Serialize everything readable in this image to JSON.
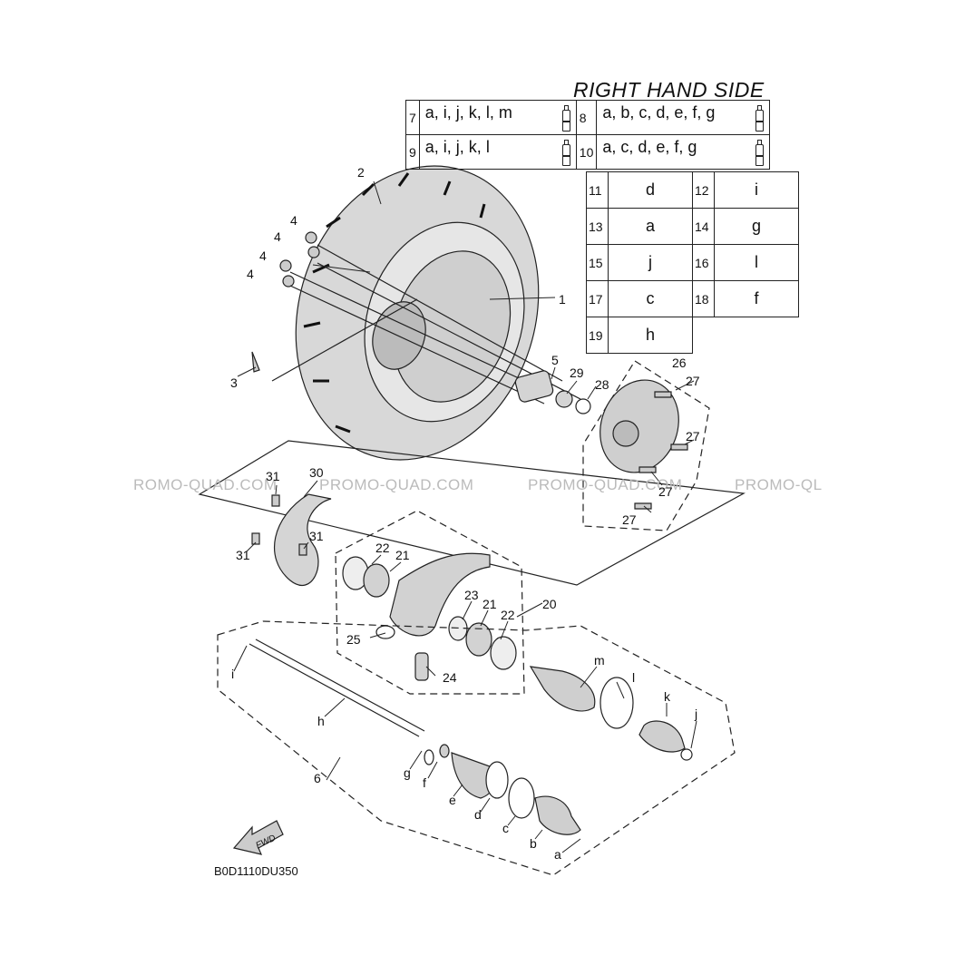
{
  "diagram": {
    "title": "RIGHT HAND SIDE",
    "part_code": "B0D1110DU350",
    "fwd_label": "FWD",
    "watermark": [
      "ROMO-QUAD.COM",
      "PROMO-QUAD.COM",
      "PROMO-QUAD.COM",
      "PROMO-QL"
    ],
    "legend_top": [
      [
        {
          "num": "7",
          "items": "a, i, j, k, l, m"
        },
        {
          "num": "8",
          "items": "a, b, c, d, e, f, g"
        }
      ],
      [
        {
          "num": "9",
          "items": "a, i, j, k, l"
        },
        {
          "num": "10",
          "items": "a, c, d, e, f, g"
        }
      ]
    ],
    "legend_grid": [
      [
        {
          "num": "11",
          "val": "d"
        },
        {
          "num": "12",
          "val": "i"
        }
      ],
      [
        {
          "num": "13",
          "val": "a"
        },
        {
          "num": "14",
          "val": "g"
        }
      ],
      [
        {
          "num": "15",
          "val": "j"
        },
        {
          "num": "16",
          "val": "l"
        }
      ],
      [
        {
          "num": "17",
          "val": "c"
        },
        {
          "num": "18",
          "val": "f"
        }
      ],
      [
        {
          "num": "19",
          "val": "h"
        }
      ]
    ],
    "callouts": [
      "1",
      "2",
      "3",
      "4",
      "4",
      "4",
      "4",
      "5",
      "29",
      "28",
      "26",
      "27",
      "27",
      "27",
      "27",
      "30",
      "31",
      "31",
      "31",
      "22",
      "21",
      "23",
      "21",
      "22",
      "20",
      "25",
      "24",
      "m",
      "l",
      "k",
      "j",
      "i",
      "h",
      "6",
      "g",
      "f",
      "e",
      "d",
      "c",
      "b",
      "a"
    ],
    "icons": [
      "tube-icon",
      "fwd-arrow-icon"
    ]
  }
}
